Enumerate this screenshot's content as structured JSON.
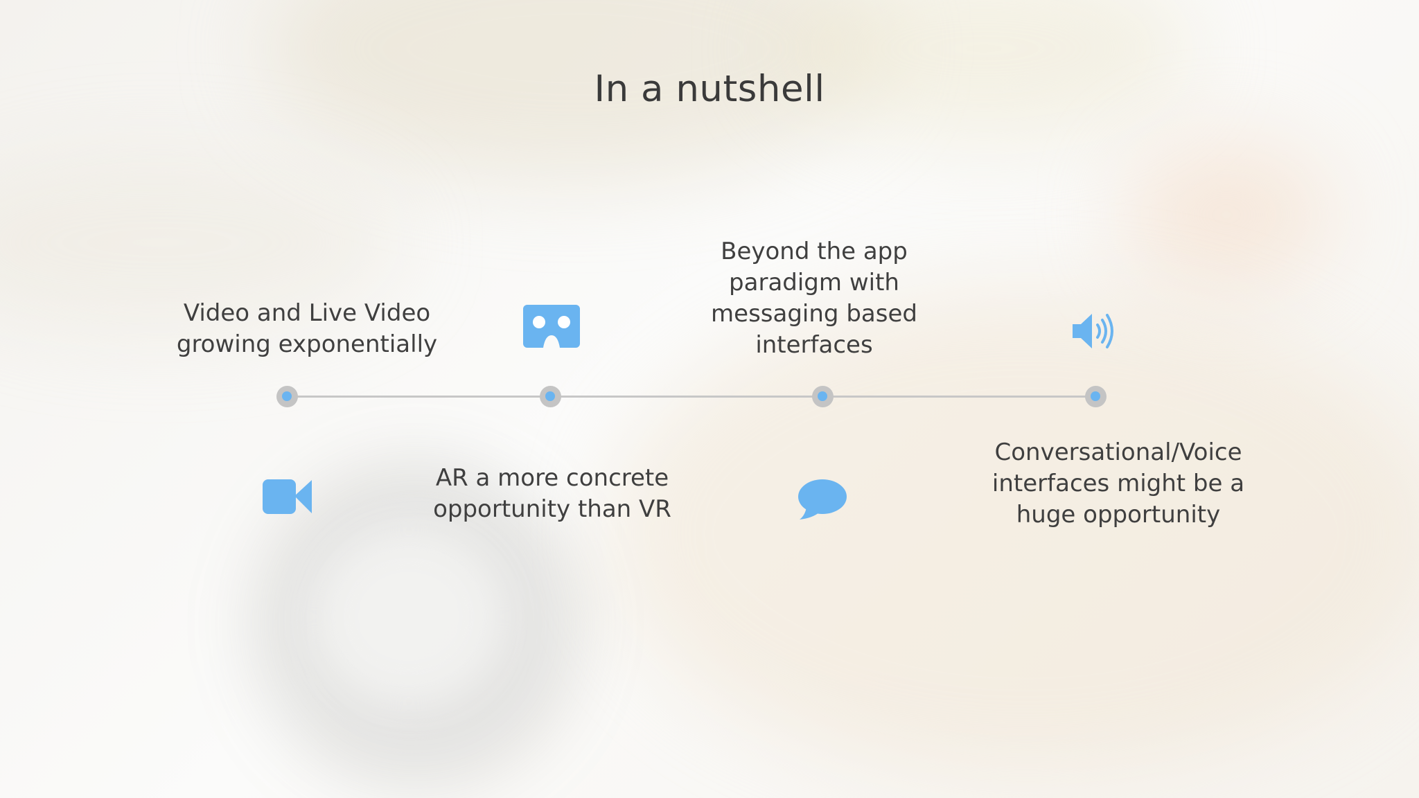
{
  "slide": {
    "title": "In a nutshell"
  },
  "accent_color": "#6ab4f0",
  "timeline": {
    "items": [
      {
        "caption_lines": [
          "Video and Live Video",
          "growing exponentially"
        ],
        "icon": "video-camera-icon"
      },
      {
        "caption_lines": [
          "AR a more concrete",
          "opportunity than VR"
        ],
        "icon": "vr-headset-icon"
      },
      {
        "caption_lines": [
          "Beyond the app",
          "paradigm with",
          "messaging based",
          "interfaces"
        ],
        "icon": "speech-bubble-icon"
      },
      {
        "caption_lines": [
          "Conversational/Voice",
          "interfaces might be a",
          "huge opportunity"
        ],
        "icon": "speaker-volume-icon"
      }
    ]
  }
}
